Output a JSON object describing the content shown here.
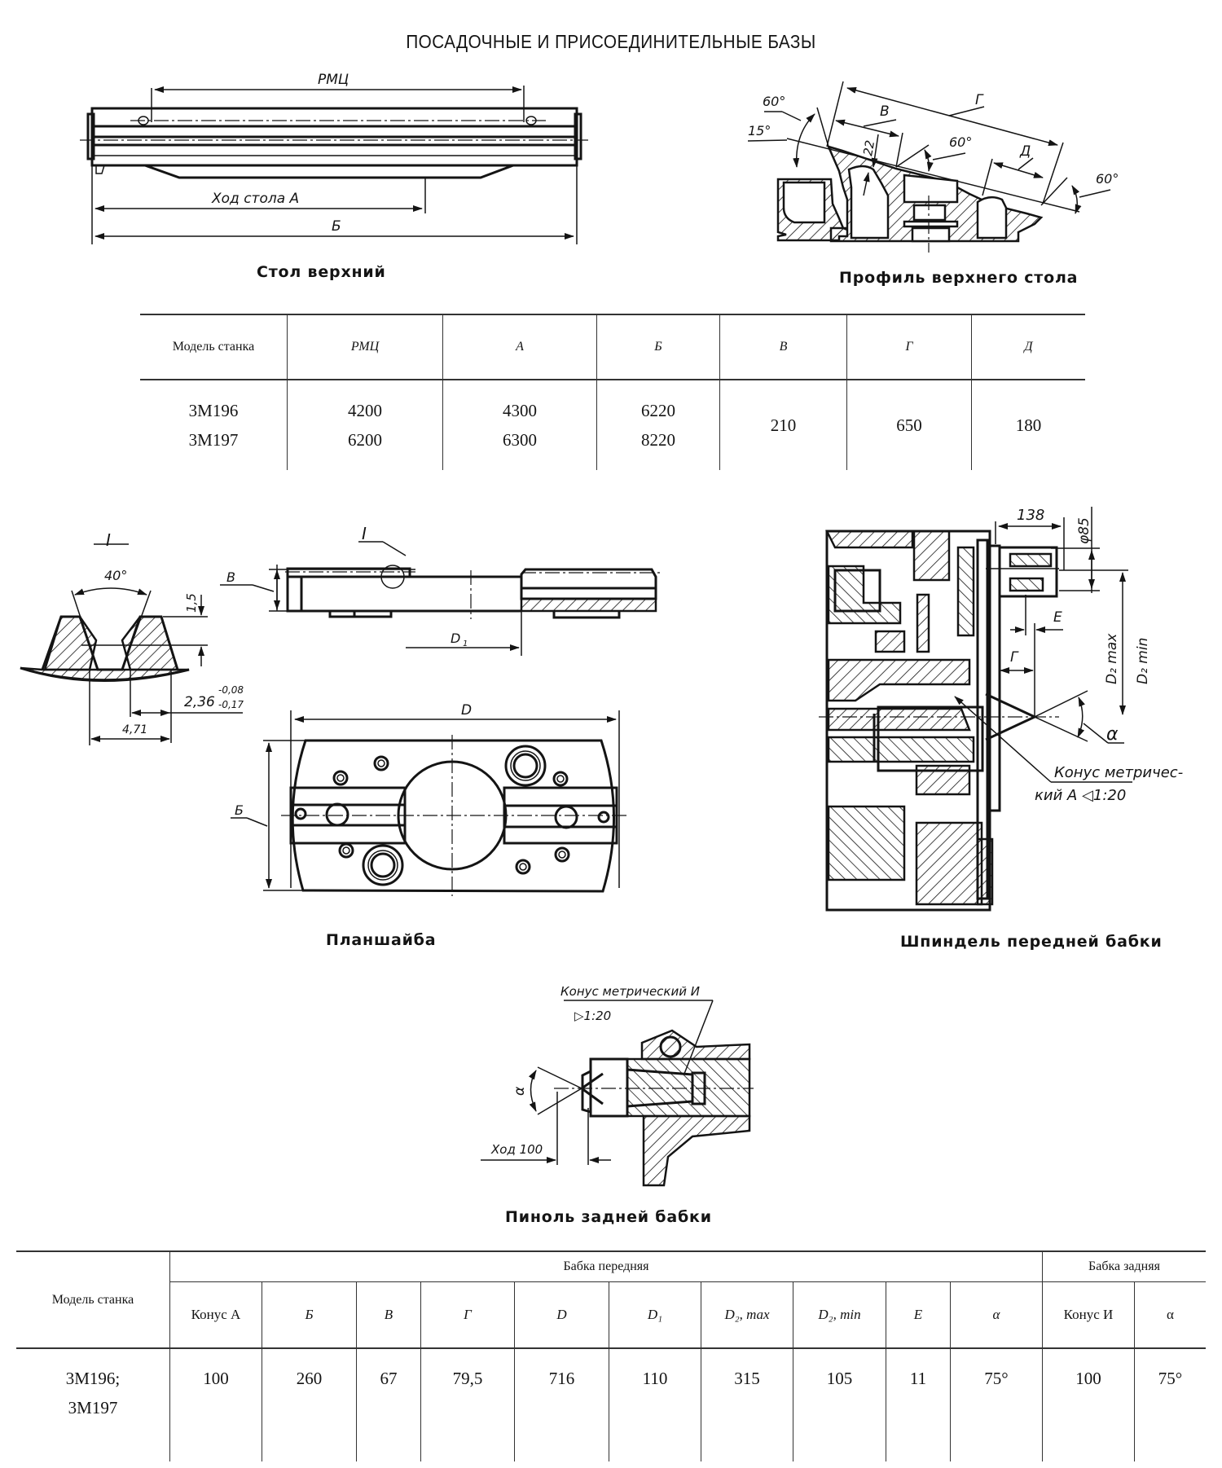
{
  "page": {
    "title": "ПОСАДОЧНЫЕ И ПРИСОЕДИНИТЕЛЬНЫЕ БАЗЫ"
  },
  "figures": {
    "table_top": {
      "caption": "Стол верхний",
      "labels": {
        "rmc": "РМЦ",
        "stroke": "Ход стола А",
        "b": "Б"
      }
    },
    "table_profile": {
      "caption": "Профиль верхнего стола",
      "labels": {
        "angle_60_left": "60°",
        "angle_15": "15°",
        "v": "В",
        "g": "Г",
        "d": "Д",
        "dim_22": "22",
        "angle_60_mid": "60°",
        "angle_60_right": "60°"
      }
    },
    "detail_I": {
      "title": "I",
      "labels": {
        "angle": "40°",
        "depth": "1,5",
        "width": "2,36",
        "tol_upper": "-0,08",
        "tol_lower": "-0,17",
        "pitch": "4,71"
      }
    },
    "faceplate": {
      "caption": "Планшайба",
      "labels": {
        "detail_ref": "I",
        "v": "В",
        "d1": "D",
        "d1_sub": "1",
        "d": "D",
        "b": "Б"
      }
    },
    "spindle": {
      "caption": "Шпиндель передней бабки",
      "labels": {
        "dim_138": "138",
        "dia_85": "φ85",
        "e": "E",
        "g": "Г",
        "d2max": "D₂ max",
        "d2min": "D₂ min",
        "alpha": "α",
        "cone_line1": "Конус метричес-",
        "cone_line2": "кий А ◁1:20"
      }
    },
    "quill": {
      "caption": "Пиноль задней бабки",
      "labels": {
        "cone": "Конус метрический И",
        "taper": "▷1:20",
        "alpha": "α",
        "stroke": "Ход 100"
      }
    }
  },
  "table1": {
    "headers": [
      "Модель станка",
      "РМЦ",
      "А",
      "Б",
      "В",
      "Г",
      "Д"
    ],
    "rows": {
      "model": [
        "3М196",
        "3М197"
      ],
      "rmc": [
        "4200",
        "6200"
      ],
      "a": [
        "4300",
        "6300"
      ],
      "b": [
        "6220",
        "8220"
      ],
      "v": "210",
      "g": "650",
      "d": "180"
    }
  },
  "table2": {
    "model_header": "Модель станка",
    "group_front": "Бабка передняя",
    "group_rear": "Бабка задняя",
    "front_headers": [
      "Конус А",
      "Б",
      "В",
      "Г",
      "D",
      "D₁",
      "D₂, max",
      "D₂, min",
      "E",
      "α"
    ],
    "rear_headers": [
      "Конус И",
      "α"
    ],
    "row": {
      "model": [
        "3М196;",
        "3М197"
      ],
      "front_values": [
        "100",
        "260",
        "67",
        "79,5",
        "716",
        "110",
        "315",
        "105",
        "11",
        "75°"
      ],
      "rear_values": [
        "100",
        "75°"
      ]
    }
  }
}
